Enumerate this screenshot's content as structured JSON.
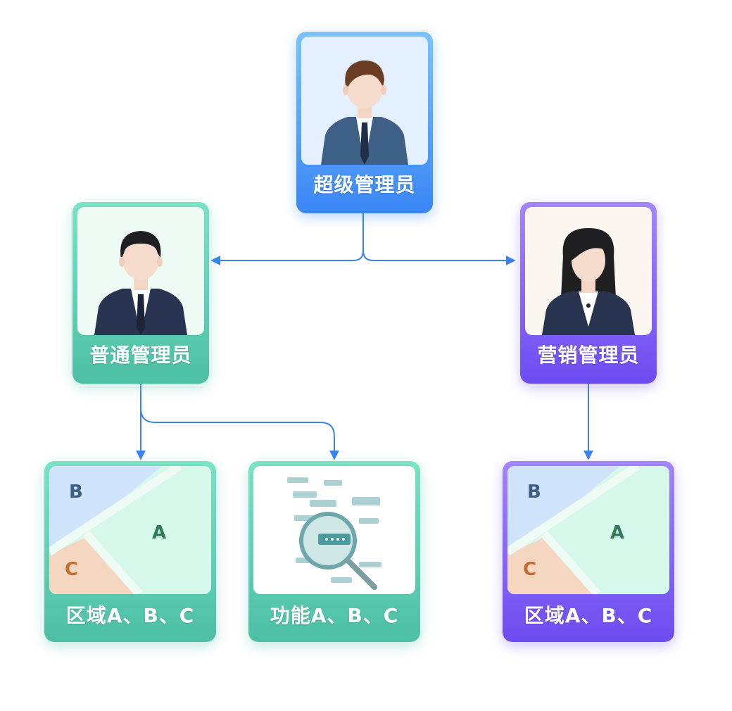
{
  "roles": {
    "super_admin": "超级管理员",
    "normal_admin": "普通管理员",
    "marketing_admin": "营销管理员"
  },
  "permissions": {
    "normal_region": {
      "label": "区域A、B、C",
      "map": {
        "a": "A",
        "b": "B",
        "c": "C"
      }
    },
    "normal_function": {
      "label": "功能A、B、C"
    },
    "marketing_region": {
      "label": "区域A、B、C",
      "map": {
        "a": "A",
        "b": "B",
        "c": "C"
      }
    }
  },
  "colors": {
    "connector": "#3b82f0",
    "super_card": "#3a86f5",
    "normal_card": "#4dbfa5",
    "marketing_card": "#6c4cf0"
  }
}
